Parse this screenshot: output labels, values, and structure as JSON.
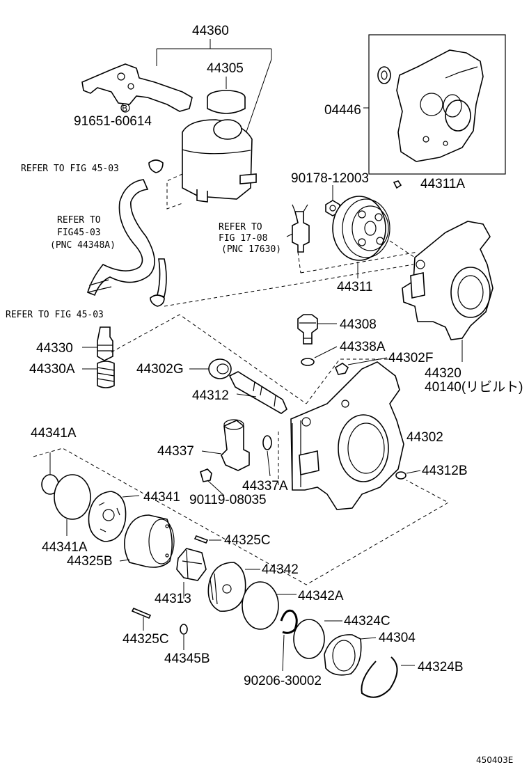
{
  "labels": {
    "p44360": "44360",
    "p44305": "44305",
    "p91651": "91651-60614",
    "p04446": "04446",
    "refer1": "REFER TO FIG 45-03",
    "p90178": "90178-12003",
    "p44311A": "44311A",
    "refer2a": "REFER TO",
    "refer2b": "FIG45-03",
    "refer2c": "(PNC 44348A)",
    "refer3a": "REFER TO",
    "refer3b": "FIG 17-08",
    "refer3c": "(PNC 17630)",
    "p44311": "44311",
    "refer4": "REFER TO FIG 45-03",
    "p44308": "44308",
    "p44330": "44330",
    "p44338A": "44338A",
    "p44302F": "44302F",
    "p44330A": "44330A",
    "p44302G": "44302G",
    "p44320": "44320",
    "p40140": "40140(リビルト)",
    "p44312": "44312",
    "p44341A_top": "44341A",
    "p44302": "44302",
    "p44337": "44337",
    "p44312B": "44312B",
    "p44337A": "44337A",
    "p44341": "44341",
    "p90119": "90119-08035",
    "p44341A_bot": "44341A",
    "p44325C_a": "44325C",
    "p44325B": "44325B",
    "p44342": "44342",
    "p44313": "44313",
    "p44342A": "44342A",
    "p44324C": "44324C",
    "p44325C_b": "44325C",
    "p44304": "44304",
    "p44345B": "44345B",
    "p44324B": "44324B",
    "p90206": "90206-30002",
    "diagram_id": "450403E"
  },
  "callout_symbol": "B"
}
